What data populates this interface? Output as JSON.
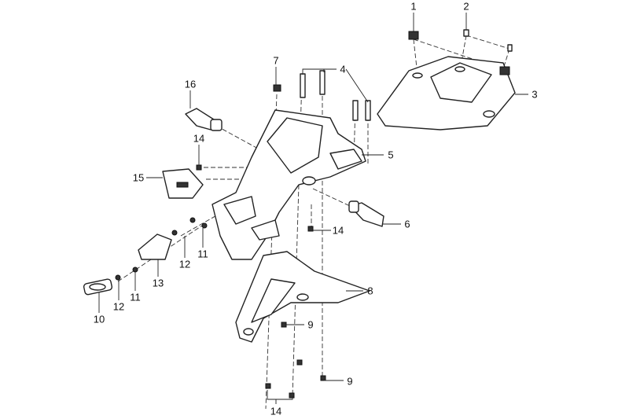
{
  "diagram": {
    "callouts": [
      "1",
      "2",
      "3",
      "4",
      "5",
      "6",
      "7",
      "8",
      "9",
      "9",
      "10",
      "11",
      "11",
      "12",
      "12",
      "13",
      "14",
      "14",
      "14",
      "15",
      "16"
    ]
  }
}
